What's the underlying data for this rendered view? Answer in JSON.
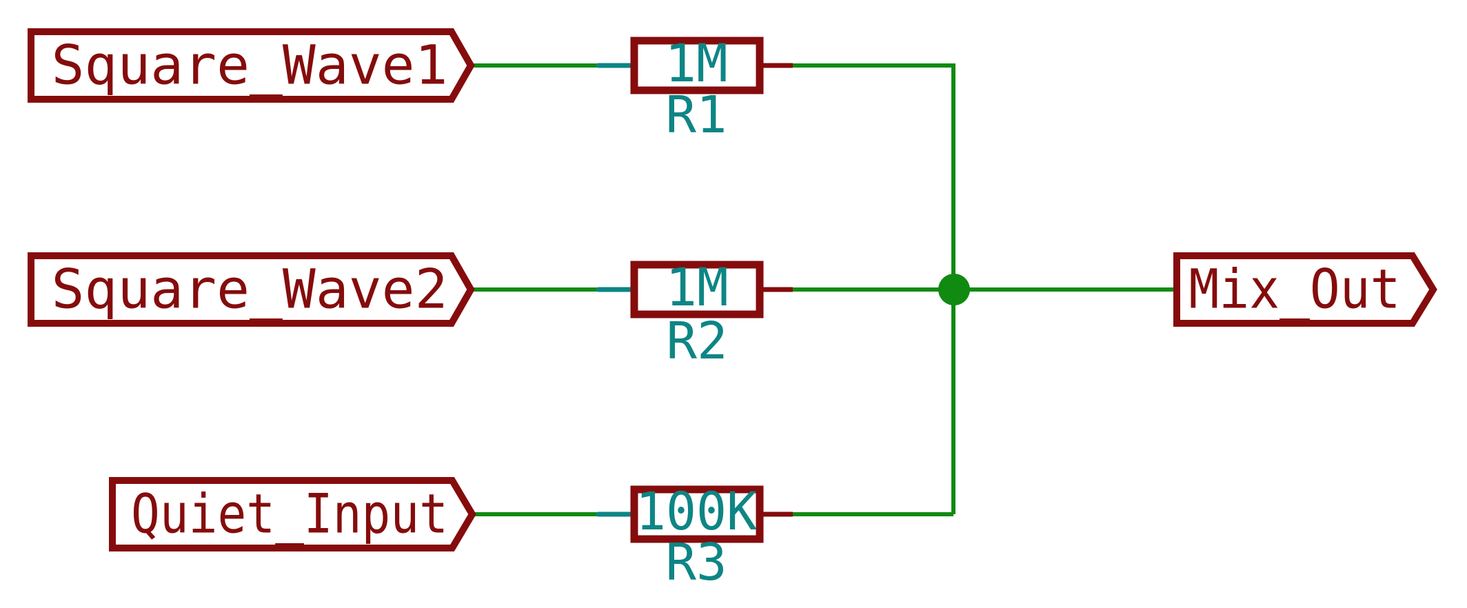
{
  "schematic": {
    "background_color": "#ffffff",
    "colors": {
      "wire_green": "#118a11",
      "junction_green": "#118a11",
      "symbol_outline_maroon": "#850c0c",
      "net_label_maroon": "#850c0c",
      "field_text_teal": "#0e8585",
      "left_pin_stub_teal": "#0e8585",
      "right_pin_stub_maroon": "#850c0c"
    },
    "net_labels": [
      {
        "name": "Square_Wave1",
        "kind": "input-label"
      },
      {
        "name": "Square_Wave2",
        "kind": "input-label"
      },
      {
        "name": "Quiet_Input",
        "kind": "input-label"
      },
      {
        "name": "Mix_Out",
        "kind": "output-label"
      }
    ],
    "resistors": [
      {
        "ref": "R1",
        "value": "1M"
      },
      {
        "ref": "R2",
        "value": "1M"
      },
      {
        "ref": "R3",
        "value": "100K"
      }
    ]
  }
}
